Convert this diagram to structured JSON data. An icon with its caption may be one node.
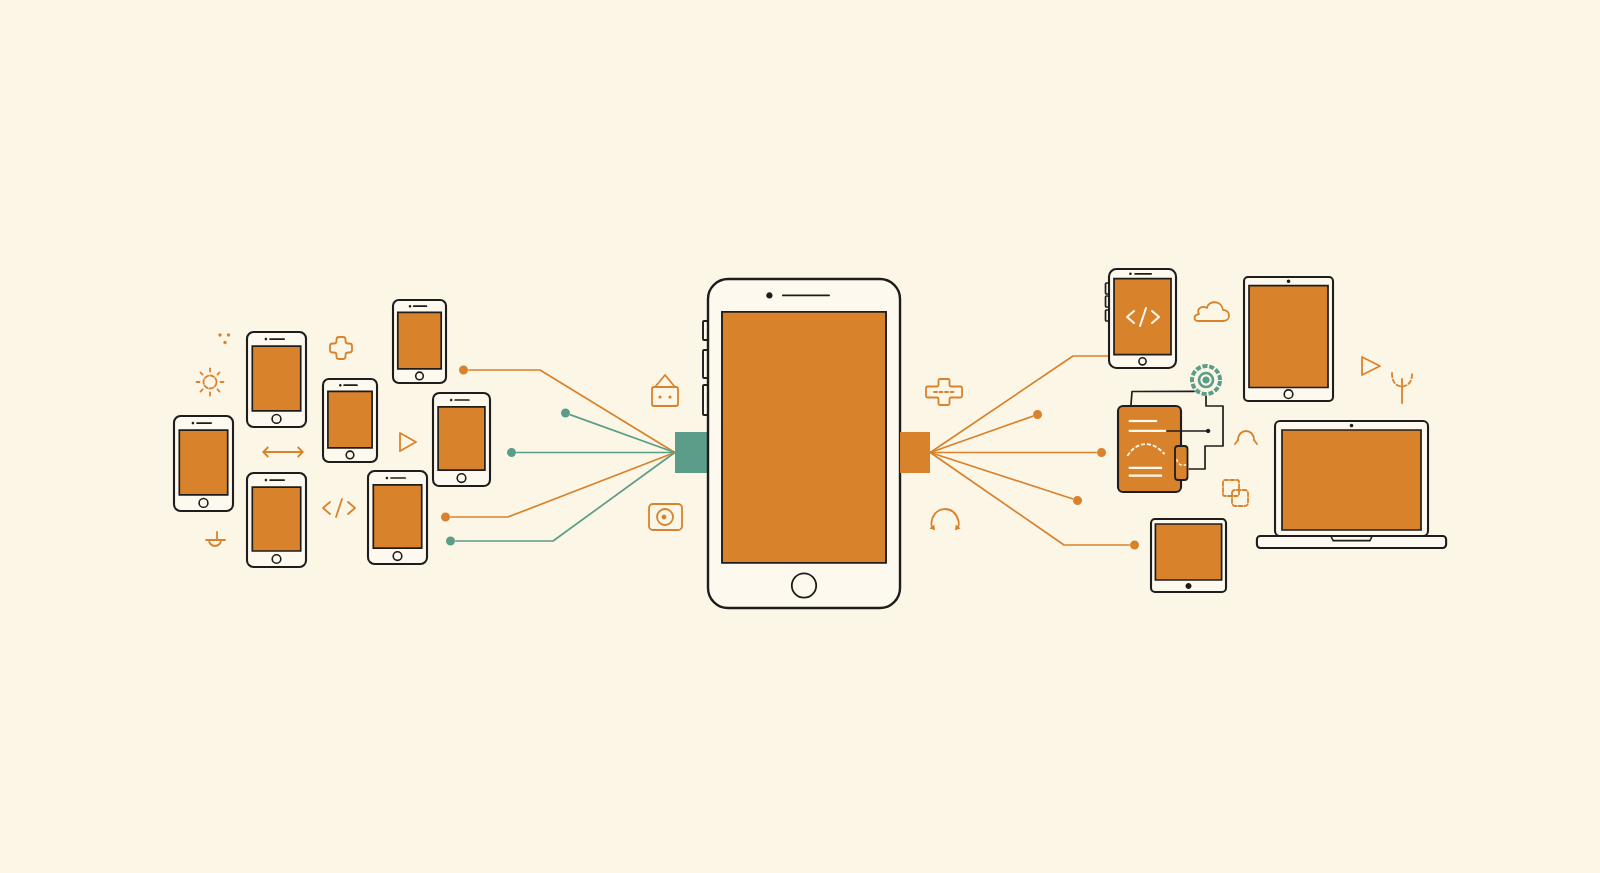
{
  "diagram": {
    "nodes": [
      {
        "text": [],
        "shape": "phone"
      },
      {
        "text": [],
        "shape": "phone"
      },
      {
        "text": [],
        "shape": "phone"
      },
      {
        "text": [],
        "shape": "phone"
      },
      {
        "text": [],
        "shape": "phone"
      },
      {
        "text": [],
        "shape": "phone"
      },
      {
        "text": [],
        "shape": "phone"
      },
      {
        "text": [],
        "shape": "circle"
      },
      {
        "text": [],
        "shape": "circle"
      },
      {
        "text": [],
        "shape": "circle"
      },
      {
        "text": [],
        "shape": "circle"
      },
      {
        "text": [],
        "shape": "circle"
      },
      {
        "text": [],
        "shape": "box"
      },
      {
        "text": [],
        "shape": "phone"
      },
      {
        "text": [],
        "shape": "box"
      },
      {
        "text": [],
        "shape": "circle"
      },
      {
        "text": [],
        "shape": "circle"
      },
      {
        "text": [],
        "shape": "circle"
      },
      {
        "text": [],
        "shape": "circle"
      },
      {
        "text": [],
        "shape": "phone"
      },
      {
        "text": [],
        "shape": "gear"
      },
      {
        "text": [],
        "shape": "document"
      },
      {
        "text": [],
        "shape": "tablet"
      },
      {
        "text": [],
        "shape": "tablet"
      },
      {
        "text": [],
        "shape": "laptop"
      }
    ],
    "edges": [
      {
        "from": 7,
        "to": 12,
        "arrow": "none"
      },
      {
        "from": 8,
        "to": 12,
        "arrow": "none",
        "color": "#5b9d88"
      },
      {
        "from": 9,
        "to": 12,
        "arrow": "none",
        "color": "#5b9d88"
      },
      {
        "from": 10,
        "to": 12,
        "arrow": "none"
      },
      {
        "from": 11,
        "to": 12,
        "arrow": "none",
        "color": "#5b9d88"
      },
      {
        "from": 14,
        "to": 19,
        "arrow": "none"
      },
      {
        "from": 14,
        "to": 15,
        "arrow": "none"
      },
      {
        "from": 14,
        "to": 16,
        "arrow": "none"
      },
      {
        "from": 14,
        "to": 17,
        "arrow": "none"
      },
      {
        "from": 14,
        "to": 18,
        "arrow": "none"
      },
      {
        "from": 21,
        "to": 20,
        "arrow": "none",
        "color": "#1f1d1b"
      },
      {
        "from": 21,
        "to": 20,
        "arrow": "none",
        "color": "#1f1d1b"
      }
    ]
  }
}
